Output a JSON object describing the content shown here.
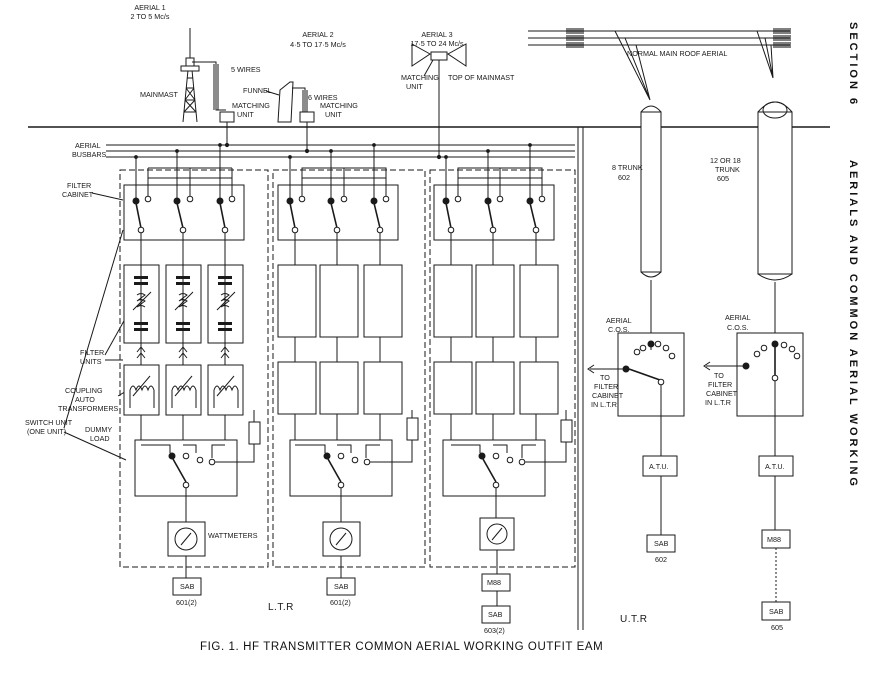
{
  "aerials": {
    "a1": {
      "name": "AERIAL 1",
      "range": "2 TO 5 Mc/s"
    },
    "a2": {
      "name": "AERIAL 2",
      "range": "4·5 TO 17·5 Mc/s"
    },
    "a3": {
      "name": "AERIAL 3",
      "range": "17·5 TO 24 Mc/s"
    }
  },
  "labels": {
    "mainmast": "MAINMAST",
    "five_wires": "5 WIRES",
    "funnel": "FUNNEL",
    "six_wires": "6 WIRES",
    "matching": "MATCHING",
    "unit": "UNIT",
    "top_of_mainmast": "TOP OF MAINMAST",
    "normal_main_roof_aerial": "NORMAL MAIN ROOF AERIAL",
    "aerial_busbars_1": "AERIAL",
    "aerial_busbars_2": "BUSBARS",
    "filter_cabinet_1": "FILTER",
    "filter_cabinet_2": "CABINET",
    "filter_units_1": "FILTER",
    "filter_units_2": "UNITS",
    "coupling_1": "COUPLING",
    "coupling_2": "AUTO",
    "coupling_3": "TRANSFORMERS",
    "switch_unit_1": "SWITCH UNIT",
    "switch_unit_2": "(ONE UNIT)",
    "dummy_1": "DUMMY",
    "dummy_2": "LOAD",
    "wattmeters": "WATTMETERS",
    "ltr": "L.T.R",
    "utr": "U.T.R",
    "trunk_602_1": "8 TRUNK",
    "trunk_602_2": "602",
    "trunk_605_1": "12 OR 18",
    "trunk_605_2": "TRUNK",
    "trunk_605_3": "605",
    "aerial_cos_1": "AERIAL",
    "aerial_cos_2": "C.O.S.",
    "to_filter_1": "TO",
    "to_filter_2": "FILTER",
    "to_filter_3": "CABINET",
    "to_filter_4": "IN L.T.R",
    "atu": "A.T.U.",
    "sab": "SAB",
    "m88": "M88",
    "sub_601": "601(2)",
    "sub_603": "603(2)",
    "sub_602": "602",
    "sub_605": "605"
  },
  "caption": "FIG. 1.  HF TRANSMITTER COMMON AERIAL WORKING OUTFIT EAM",
  "side_text": {
    "section": "SECTION 6",
    "title": "AERIALS AND COMMON AERIAL WORKING"
  }
}
